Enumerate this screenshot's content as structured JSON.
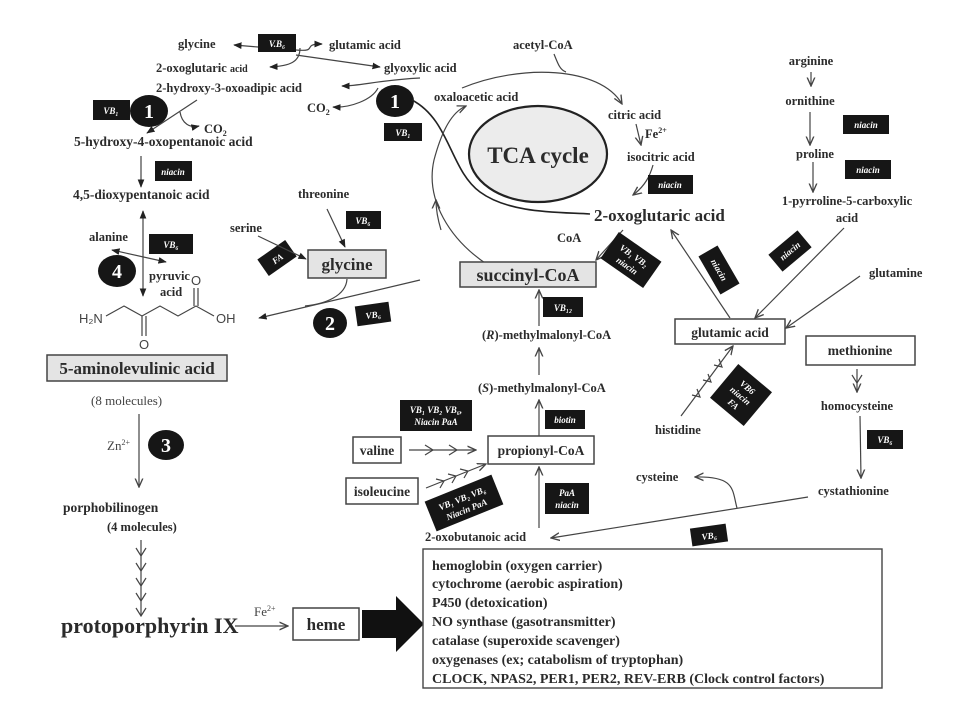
{
  "title": "Heme biosynthesis pathway and related metabolism",
  "nodes": {
    "glycine_top": "glycine",
    "glutamic_acid_top": "glutamic acid",
    "oxoglutaric_top": "2-oxoglutaric",
    "oxoglutaric_top_suffix": "acid",
    "glyoxylic_acid": "glyoxylic acid",
    "hydroxy_oxoadipic": "2-hydroxy-3-oxoadipic acid",
    "co2_left": "CO",
    "co2_right": "CO",
    "co2_sub": "2",
    "hydroxy_oxopentanoic": "5-hydroxy-4-oxopentanoic acid",
    "dioxypentanoic": "4,5-dioxypentanoic acid",
    "alanine": "alanine",
    "pyruvic": "pyruvic",
    "pyruvic_2": "acid",
    "threonine": "threonine",
    "serine": "serine",
    "glycine_box": "glycine",
    "ala_h2n": "H₂N",
    "ala_oh": "OH",
    "ala_o1": "O",
    "ala_o2": "O",
    "aminolevulinic": "5-aminolevulinic acid",
    "eight_molecules": "(8 molecules)",
    "zn": "Zn",
    "zn_sup": "2+",
    "porphobilinogen": "porphobilinogen",
    "four_molecules": "(4 molecules)",
    "protoporphyrin": "protoporphyrin IX",
    "fe_heme": "Fe",
    "fe_sup": "2+",
    "heme": "heme",
    "acetyl_coa": "acetyl-CoA",
    "oxaloacetic": "oxaloacetic acid",
    "citric": "citric acid",
    "fe_tca": "Fe",
    "isocitric": "isocitric acid",
    "tca_cycle": "TCA cycle",
    "oxoglutaric_main": "2-oxoglutaric acid",
    "coa": "CoA",
    "succinyl_coa": "succinyl-CoA",
    "r_methylmalonyl_pre": "(",
    "r_methylmalonyl_r": "R",
    "r_methylmalonyl_post": ")-methylmalonyl-CoA",
    "s_methylmalonyl_pre": "(",
    "s_methylmalonyl_s": "S",
    "s_methylmalonyl_post": ")-methylmalonyl-CoA",
    "valine": "valine",
    "isoleucine": "isoleucine",
    "propionyl_coa": "propionyl-CoA",
    "oxobutanoic": "2-oxobutanoic acid",
    "arginine": "arginine",
    "ornithine": "ornithine",
    "proline": "proline",
    "pyrroline_1": "1-pyrroline-5-carboxylic",
    "pyrroline_2": "acid",
    "glutamine": "glutamine",
    "glutamic_box": "glutamic acid",
    "histidine": "histidine",
    "methionine": "methionine",
    "homocysteine": "homocysteine",
    "cystathionine": "cystathionine",
    "cysteine": "cysteine"
  },
  "cofactors": {
    "vb6_top": "V.B₆",
    "vb1_left": "VB₁",
    "niacin_left": "niacin",
    "vb1_mid": "VB₁",
    "vb6_alanine": "VB₆",
    "vb6_threonine": "VB₆",
    "fa_serine": "FA",
    "vb6_glycine": "VB₆",
    "niacin_isocitric": "niacin",
    "vb_succinyl_1": "VB₁ VB₂",
    "vb_succinyl_2": "niacin",
    "vb12": "VB₁₂",
    "biotin": "biotin",
    "valine_1": "VB₁ VB₂ VB₆,",
    "valine_2": "Niacin  PaA",
    "isoleucine_1": "VB₁ VB₂ VB₆",
    "isoleucine_2": "Niacin  PaA",
    "paa_1": "PaA",
    "paa_2": "niacin",
    "niacin_ornithine": "niacin",
    "niacin_proline": "niacin",
    "niacin_glu1": "niacin",
    "niacin_glu2": "niacin",
    "histidine_1": "VB6",
    "histidine_2": "niacin",
    "histidine_3": "FA",
    "vb6_homocysteine": "VB₆",
    "vb6_cystathionine": "VB₆"
  },
  "badges": {
    "b1_left": "1",
    "b1_mid": "1",
    "b2": "2",
    "b3": "3",
    "b4": "4"
  },
  "heme_functions": [
    "hemoglobin (oxygen carrier)",
    "cytochrome (aerobic aspiration)",
    "P450 (detoxication)",
    "NO synthase (gasotransmitter)",
    "catalase (superoxide scavenger)",
    "oxygenases (ex; catabolism of tryptophan)",
    "CLOCK, NPAS2, PER1, PER2, REV-ERB (Clock control factors)"
  ]
}
